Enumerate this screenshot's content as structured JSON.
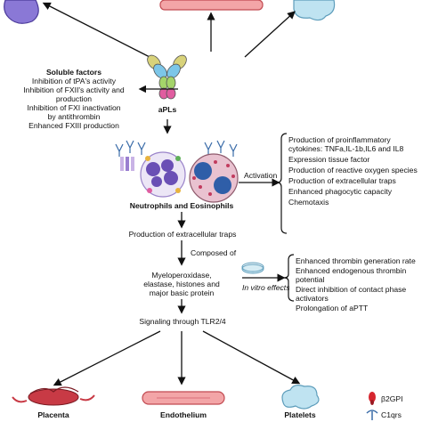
{
  "soluble": {
    "title": "Soluble factors",
    "lines": [
      "Inhibition of tPA's activity",
      "Inhibition of FXII's activity and",
      "production",
      "Inhibition of FXI inactivation",
      "by antithrombin",
      "Enhanced FXIII production"
    ]
  },
  "apls_label": "aPLs",
  "cells_label": "Neutrophils and Eosinophils",
  "activation_label": "Activation",
  "activation_effects": [
    "Production of proinflammatory",
    "cytokines: TNFa,IL-1b,IL6 and IL8",
    "Expression tissue factor",
    "Production of reactive oxygen species",
    "Production of extracellular traps",
    "Enhanced phagocytic capacity",
    "Chemotaxis"
  ],
  "traps_label": "Production of extracellular traps",
  "composed_label": "Composed of",
  "components": [
    "Myeloperoxidase,",
    "elastase, histones and",
    "major basic protein"
  ],
  "invitro_label": "In vitro effects",
  "invitro_effects": [
    "Enhanced thrombin generation rate",
    "Enhanced endogenous thrombin",
    "potential",
    "Direct inhibition of contact phase",
    "activators",
    "Prolongation of aPTT"
  ],
  "signaling_label": "Signaling through TLR2/4",
  "targets": [
    "Placenta",
    "Endothelium",
    "Platelets"
  ],
  "legend": {
    "b2gpi": "β2GPI",
    "c1qrs": "C1qrs"
  },
  "colors": {
    "arrow": "#111111",
    "cell_purple": "#7b5fc4",
    "endothelium_red": "#e8646b",
    "platelet_blue": "#9fd0e8",
    "b2gpi_red": "#d6262f"
  }
}
